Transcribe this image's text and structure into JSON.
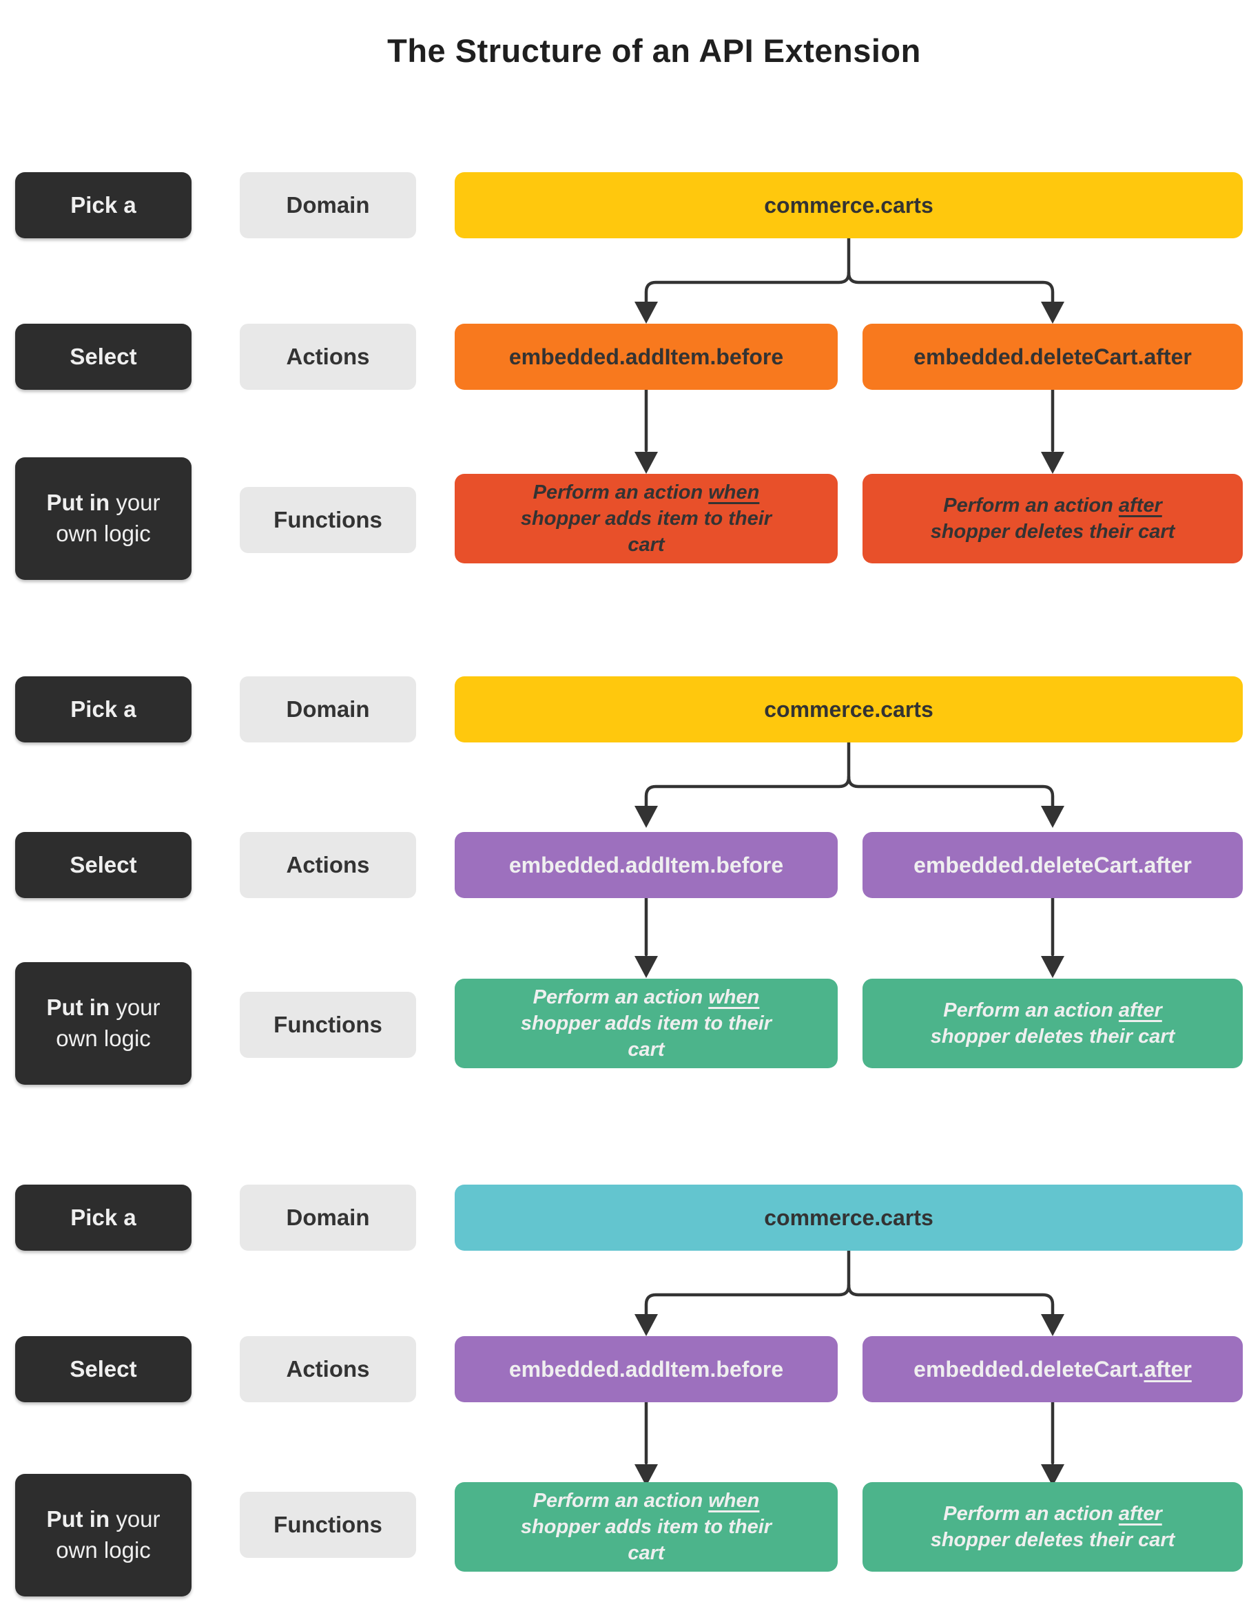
{
  "title": "The Structure of an API Extension",
  "colors": {
    "yellow": "#FFC80D",
    "teal": "#63C5CF",
    "orange": "#F8791E",
    "red": "#E8502A",
    "purple": "#9D70BE",
    "green": "#4CB48B",
    "dark": "#2D2D2D",
    "gray": "#E8E8E8",
    "dark_text": "#333333",
    "light_text": "#EFEFEF",
    "arrow": "#333333"
  },
  "legend": {
    "pick": "Pick a",
    "select": "Select",
    "put_in_strong": "Put in",
    "put_in_rest": "your own logic",
    "domain": "Domain",
    "actions": "Actions",
    "functions": "Functions"
  },
  "sections": [
    {
      "domain": {
        "text": "commerce.carts",
        "fill": "#FFC80D",
        "ink": "#333333"
      },
      "actions": [
        {
          "pre": "embedded.addItem.before",
          "u": "",
          "post": "",
          "fill": "#F8791E",
          "ink": "#333333"
        },
        {
          "pre": "embedded.deleteCart.after",
          "u": "",
          "post": "",
          "fill": "#F8791E",
          "ink": "#333333"
        }
      ],
      "functions": [
        {
          "pre": "Perform an action ",
          "u": "when",
          "post": " shopper adds item to their cart",
          "fill": "#E8502A",
          "ink": "#333333"
        },
        {
          "pre": "Perform an action ",
          "u": "after",
          "post": " shopper deletes their cart",
          "fill": "#E8502A",
          "ink": "#333333"
        }
      ]
    },
    {
      "domain": {
        "text": "commerce.carts",
        "fill": "#FFC80D",
        "ink": "#333333"
      },
      "actions": [
        {
          "pre": "embedded.addItem.before",
          "u": "",
          "post": "",
          "fill": "#9D70BE",
          "ink": "#EFEFEF"
        },
        {
          "pre": "embedded.deleteCart.after",
          "u": "",
          "post": "",
          "fill": "#9D70BE",
          "ink": "#EFEFEF"
        }
      ],
      "functions": [
        {
          "pre": "Perform an action ",
          "u": "when",
          "post": " shopper adds item to their cart",
          "fill": "#4CB48B",
          "ink": "#EFEFEF"
        },
        {
          "pre": "Perform an action ",
          "u": "after",
          "post": " shopper deletes their cart",
          "fill": "#4CB48B",
          "ink": "#EFEFEF"
        }
      ]
    },
    {
      "domain": {
        "text": "commerce.carts",
        "fill": "#63C5CF",
        "ink": "#333333"
      },
      "actions": [
        {
          "pre": "embedded.addItem.before",
          "u": "",
          "post": "",
          "fill": "#9D70BE",
          "ink": "#EFEFEF"
        },
        {
          "pre": "embedded.deleteCart.",
          "u": "after",
          "post": "",
          "fill": "#9D70BE",
          "ink": "#EFEFEF"
        }
      ],
      "functions": [
        {
          "pre": "Perform an action ",
          "u": "when",
          "post": " shopper adds item to their cart",
          "fill": "#4CB48B",
          "ink": "#EFEFEF"
        },
        {
          "pre": "Perform an action ",
          "u": "after",
          "post": " shopper deletes their cart",
          "fill": "#4CB48B",
          "ink": "#EFEFEF"
        }
      ]
    }
  ]
}
